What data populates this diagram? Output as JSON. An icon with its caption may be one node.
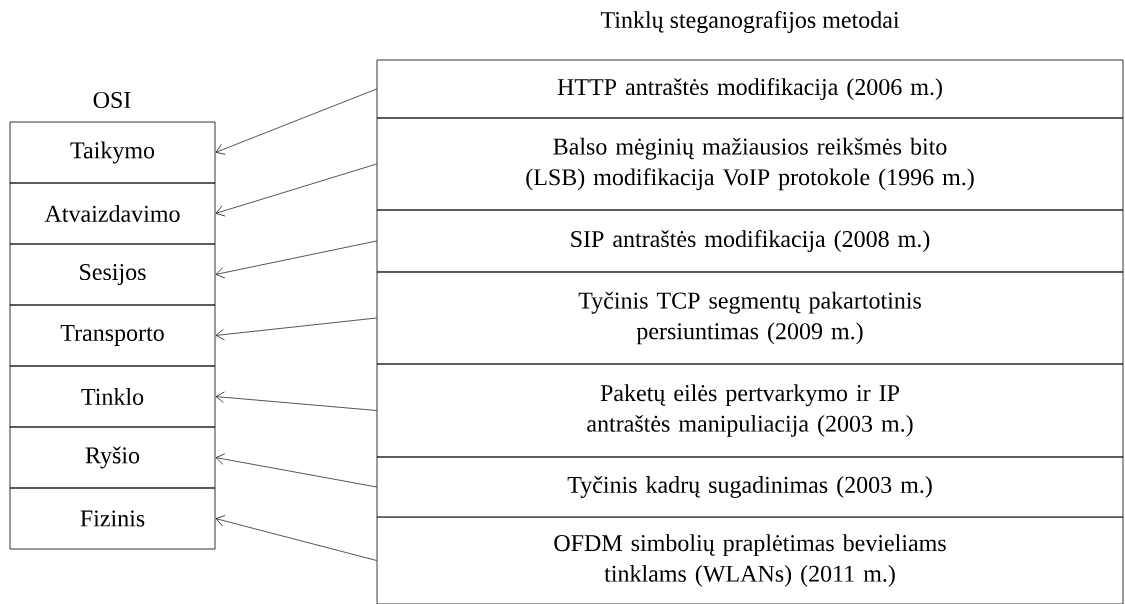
{
  "diagram": {
    "title": "Tinklų steganografijos metodai",
    "nodes": [
      {
        "text": [
          "Taikymo"
        ]
      },
      {
        "text": [
          "Atvaizdavimo"
        ]
      },
      {
        "text": [
          "Sesijos"
        ]
      },
      {
        "text": [
          "Transporto"
        ]
      },
      {
        "text": [
          "Tinklo"
        ]
      },
      {
        "text": [
          "Ryšio"
        ]
      },
      {
        "text": [
          "Fizinis"
        ]
      },
      {
        "text": [
          "HTTP antraštės modifikacija (2006 m.)"
        ]
      },
      {
        "text": [
          "Balso mėginių mažiausios reikšmės bito (LSB) modifikacija VoIP protokole (1996 m.)"
        ]
      },
      {
        "text": [
          "SIP antraštės modifikacija (2008 m.)"
        ]
      },
      {
        "text": [
          "Tyčinis TCP segmentų pakartotinis persiuntimas (2009 m.)"
        ]
      },
      {
        "text": [
          "Paketų eilės pertvarkymo ir IP antraštės manipuliacija (2003 m.)"
        ]
      },
      {
        "text": [
          "Tyčinis kadrų sugadinimas (2003 m.)"
        ]
      },
      {
        "text": [
          "OFDM simbolių praplėtimas bevieliams tinklams (WLANs) (2011 m.)"
        ]
      }
    ],
    "edges": [
      {
        "from": 7,
        "to": 0,
        "arrow": "to"
      },
      {
        "from": 8,
        "to": 1,
        "arrow": "to"
      },
      {
        "from": 9,
        "to": 2,
        "arrow": "to"
      },
      {
        "from": 10,
        "to": 3,
        "arrow": "to"
      },
      {
        "from": 11,
        "to": 4,
        "arrow": "to"
      },
      {
        "from": 12,
        "to": 5,
        "arrow": "to"
      },
      {
        "from": 13,
        "to": 6,
        "arrow": "to"
      }
    ],
    "labels": [
      "OSI"
    ]
  }
}
